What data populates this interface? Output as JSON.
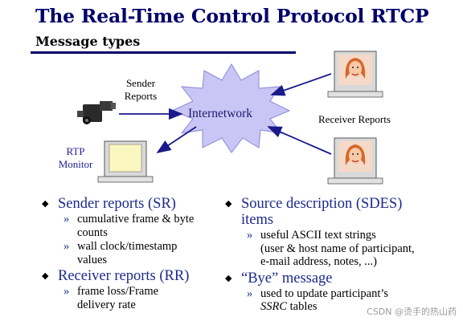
{
  "header": {
    "title": "The Real-Time Control Protocol RTCP",
    "subtitle": "Message types"
  },
  "diagram": {
    "cloud_label": "Internetwork",
    "sender_reports_label_line1": "Sender",
    "sender_reports_label_line2": "Reports",
    "receiver_reports_label": "Receiver Reports",
    "monitor_label_line1": "RTP",
    "monitor_label_line2": "Monitor",
    "cloud_fill": "#c9c6f5",
    "arrow_color": "#1a1a8c"
  },
  "left_bullets": [
    {
      "title": "Sender reports (SR)",
      "subs": [
        [
          "cumulative frame & byte",
          "counts"
        ],
        [
          "wall clock/timestamp",
          "values"
        ]
      ]
    },
    {
      "title": "Receiver reports (RR)",
      "subs": [
        [
          "frame loss/Frame",
          "delivery rate"
        ]
      ]
    }
  ],
  "right_bullets": [
    {
      "title_line1": "Source description (SDES)",
      "title_line2": "items",
      "sub_line1": "useful ASCII text strings",
      "sub_line2": "(user & host name of participant,",
      "sub_line3": "e-mail address, notes, ...)"
    },
    {
      "title": "“Bye” message",
      "sub_line1": "used to update participant’s",
      "sub_line2_italic": "SSRC",
      "sub_line2_rest": " tables"
    }
  ],
  "watermark": "CSDN @烫手的热山药"
}
